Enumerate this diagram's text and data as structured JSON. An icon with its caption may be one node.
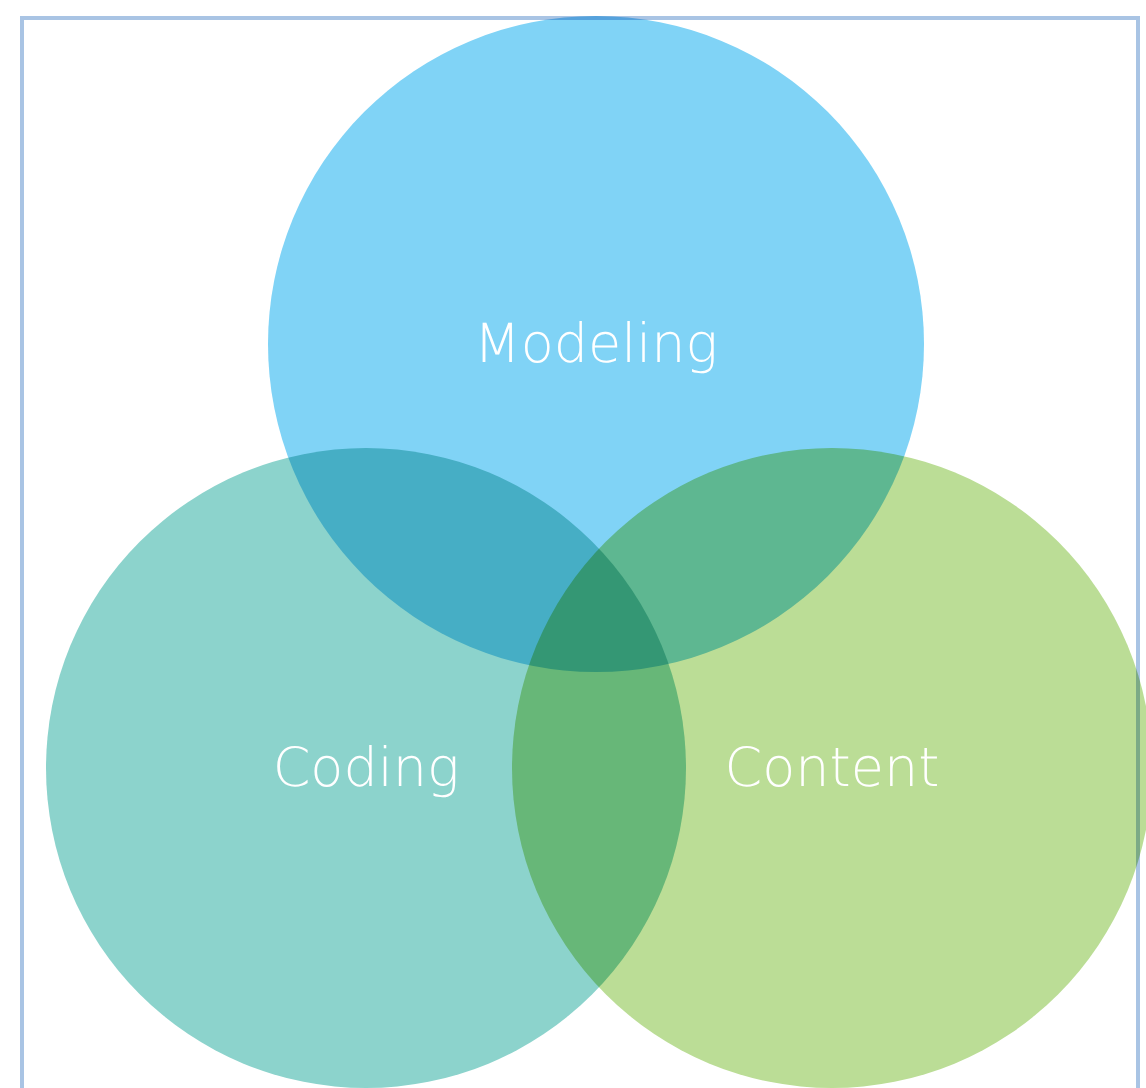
{
  "diagram": {
    "nodes": [
      {
        "text": [
          "Modeling"
        ]
      },
      {
        "text": [
          "Coding"
        ]
      },
      {
        "text": [
          "Content"
        ]
      }
    ]
  }
}
